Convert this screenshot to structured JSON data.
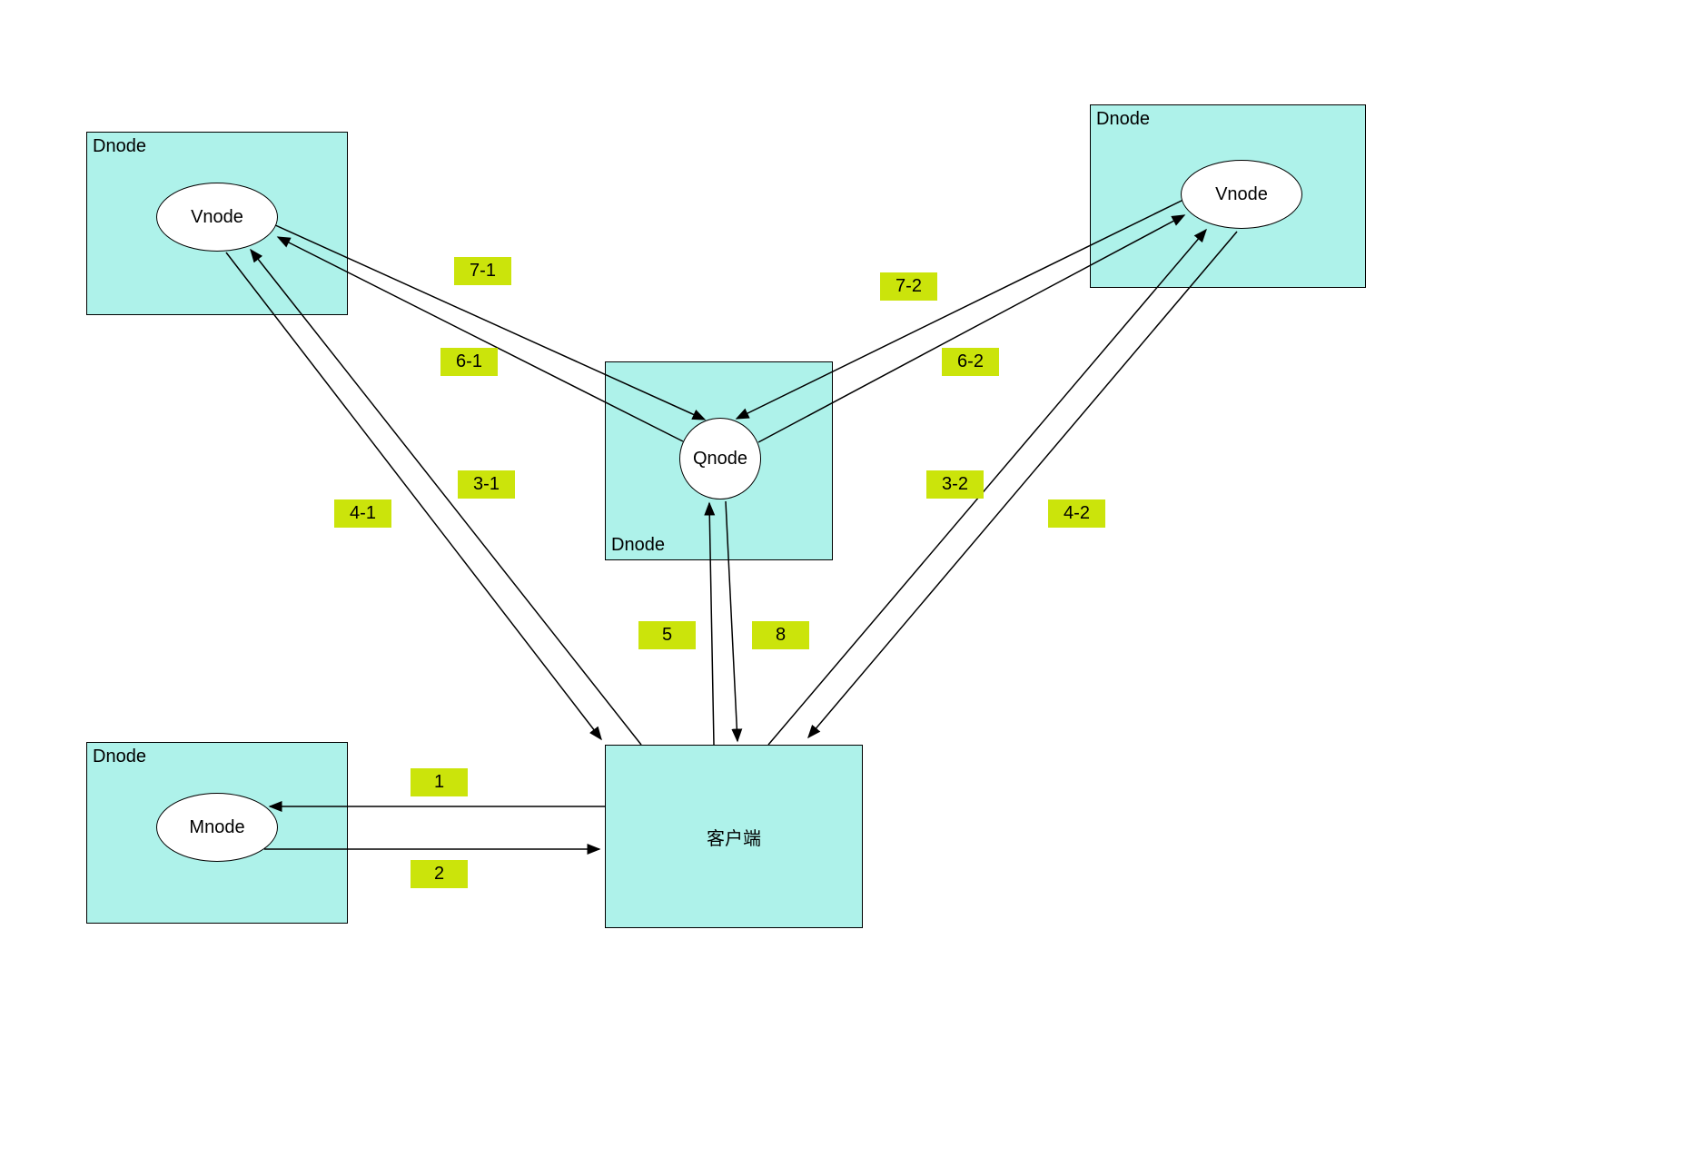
{
  "colors": {
    "node_fill": "#AEF2EA",
    "badge_fill": "#CBE40B",
    "line": "#000000"
  },
  "nodes": {
    "dnode_top_left": {
      "label": "Dnode",
      "inner_label": "Vnode"
    },
    "dnode_top_right": {
      "label": "Dnode",
      "inner_label": "Vnode"
    },
    "dnode_middle": {
      "label": "Dnode",
      "inner_label": "Qnode"
    },
    "dnode_bottom_left": {
      "label": "Dnode",
      "inner_label": "Mnode"
    },
    "client": {
      "label": "客户端"
    }
  },
  "edge_labels": {
    "e1": "1",
    "e2": "2",
    "e3_1": "3-1",
    "e4_1": "4-1",
    "e3_2": "3-2",
    "e4_2": "4-2",
    "e5": "5",
    "e8": "8",
    "e6_1": "6-1",
    "e7_1": "7-1",
    "e6_2": "6-2",
    "e7_2": "7-2"
  }
}
